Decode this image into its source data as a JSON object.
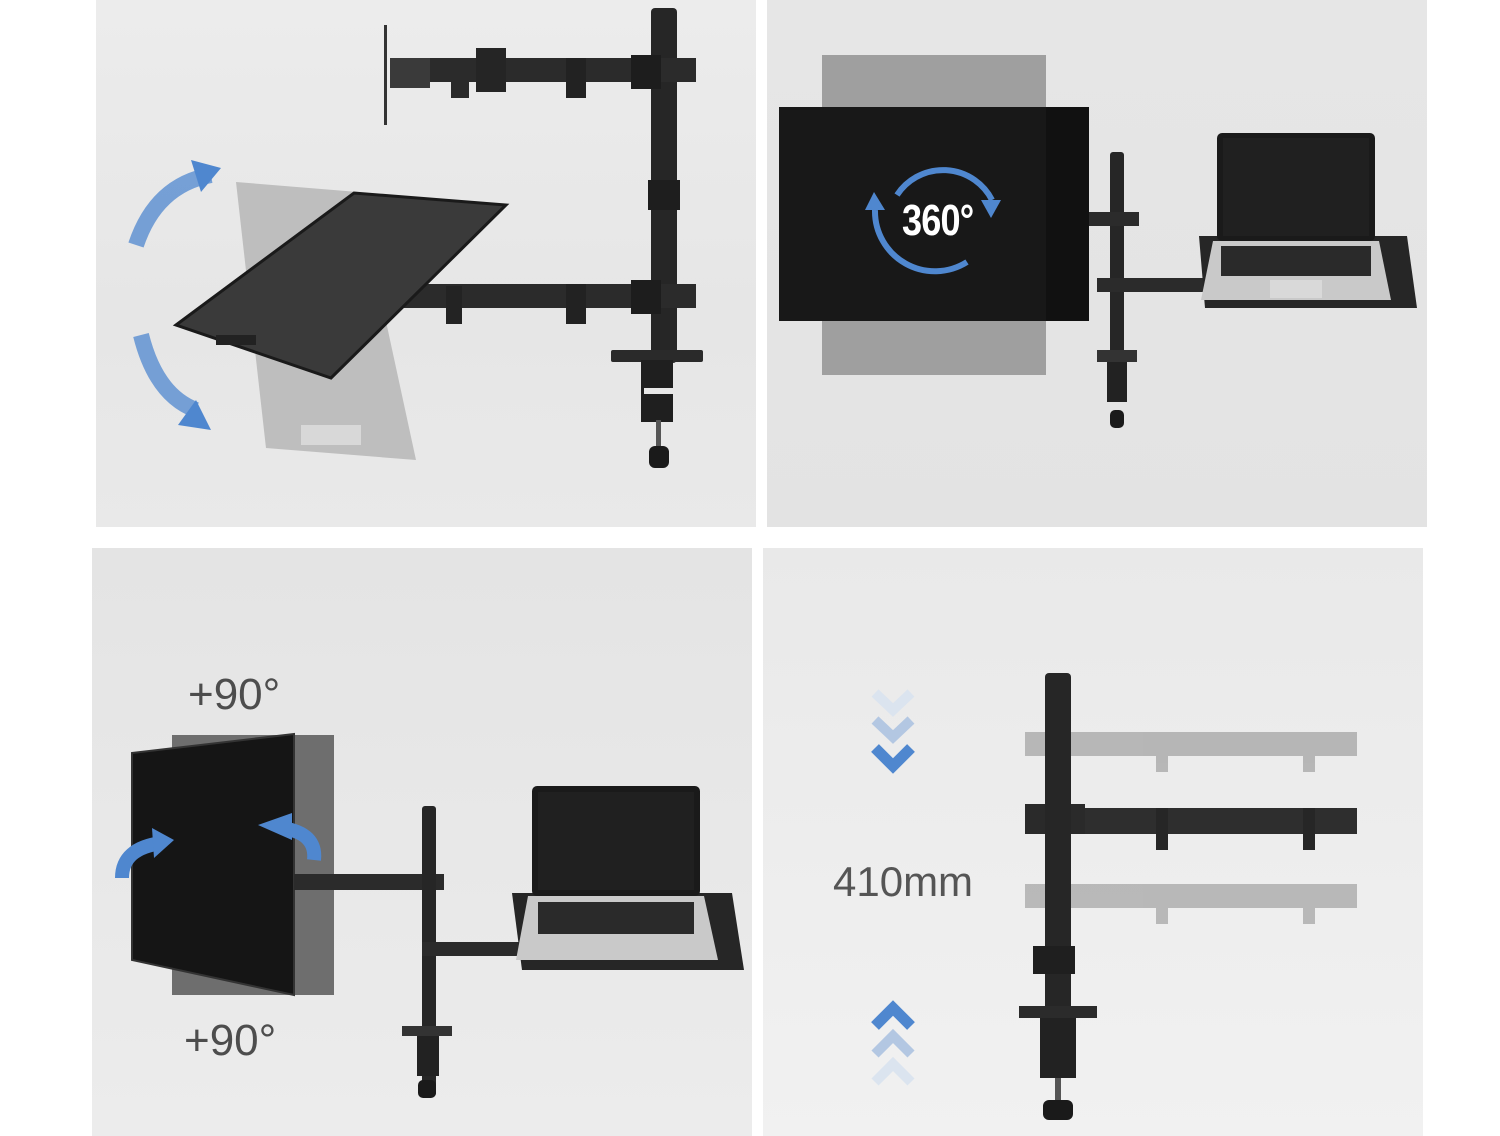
{
  "panels": [
    {
      "id": "tilt",
      "description": "Monitor arm with laptop tray, tray tilting up/down",
      "arrows": [
        "tilt-up-arrow",
        "tilt-down-arrow"
      ]
    },
    {
      "id": "rotate",
      "description": "Monitor rotating 360 degrees with laptop on tray",
      "label": "360°"
    },
    {
      "id": "swivel",
      "description": "Monitor swiveling left/right with laptop on tray",
      "label_top": "+90°",
      "label_bottom": "+90°"
    },
    {
      "id": "height",
      "description": "Arm height adjustable along pole",
      "label": "410mm"
    }
  ],
  "colors": {
    "accent_blue": "#4f87cf",
    "monitor_black": "#151515",
    "pole_dark": "#2a2a2a",
    "ghost_gray": "#9a9a9a",
    "text_gray": "#4a4a4a"
  }
}
